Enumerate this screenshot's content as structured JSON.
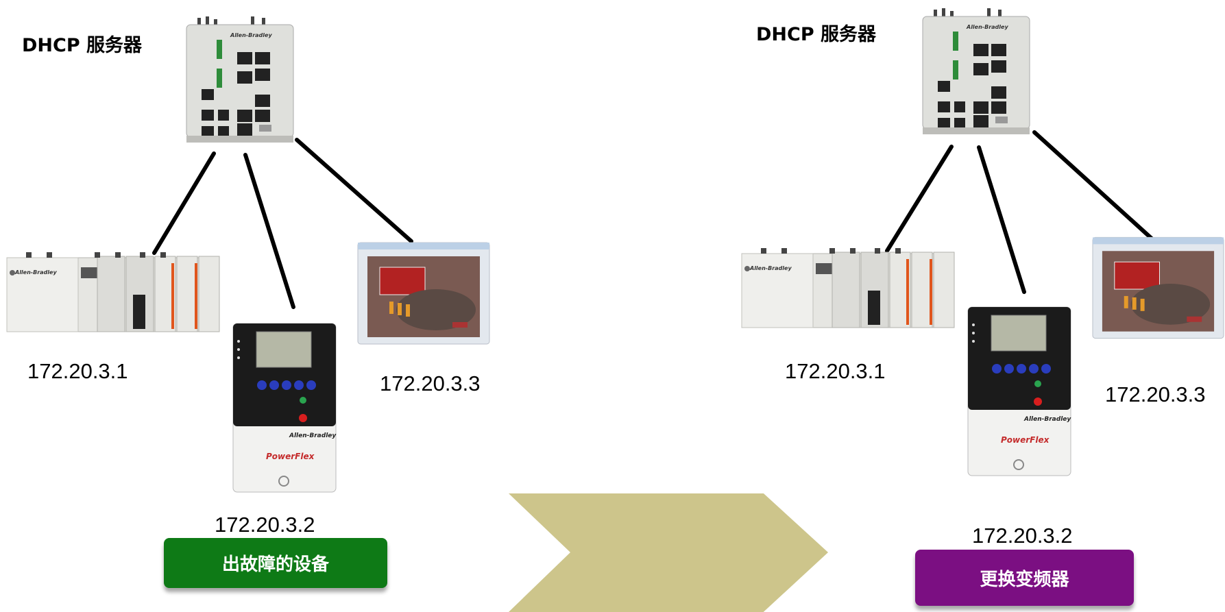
{
  "left": {
    "server_label": "DHCP 服务器",
    "ip_controller": "172.20.3.1",
    "ip_drive": "172.20.3.2",
    "ip_hmi": "172.20.3.3",
    "badge": "出故障的设备",
    "badge_color": "#0e7a16"
  },
  "right": {
    "server_label": "DHCP 服务器",
    "ip_controller": "172.20.3.1",
    "ip_drive": "172.20.3.2",
    "ip_hmi": "172.20.3.3",
    "badge": "更换变频器",
    "badge_color": "#7b0f82"
  },
  "brand_text": "Allen-Bradley",
  "drive_brand": "PowerFlex",
  "arrow_color": "#cdc58b",
  "icons": [
    "ethernet-switch-icon",
    "plc-controller-icon",
    "vfd-drive-icon",
    "hmi-panel-icon",
    "arrow-right-icon"
  ]
}
